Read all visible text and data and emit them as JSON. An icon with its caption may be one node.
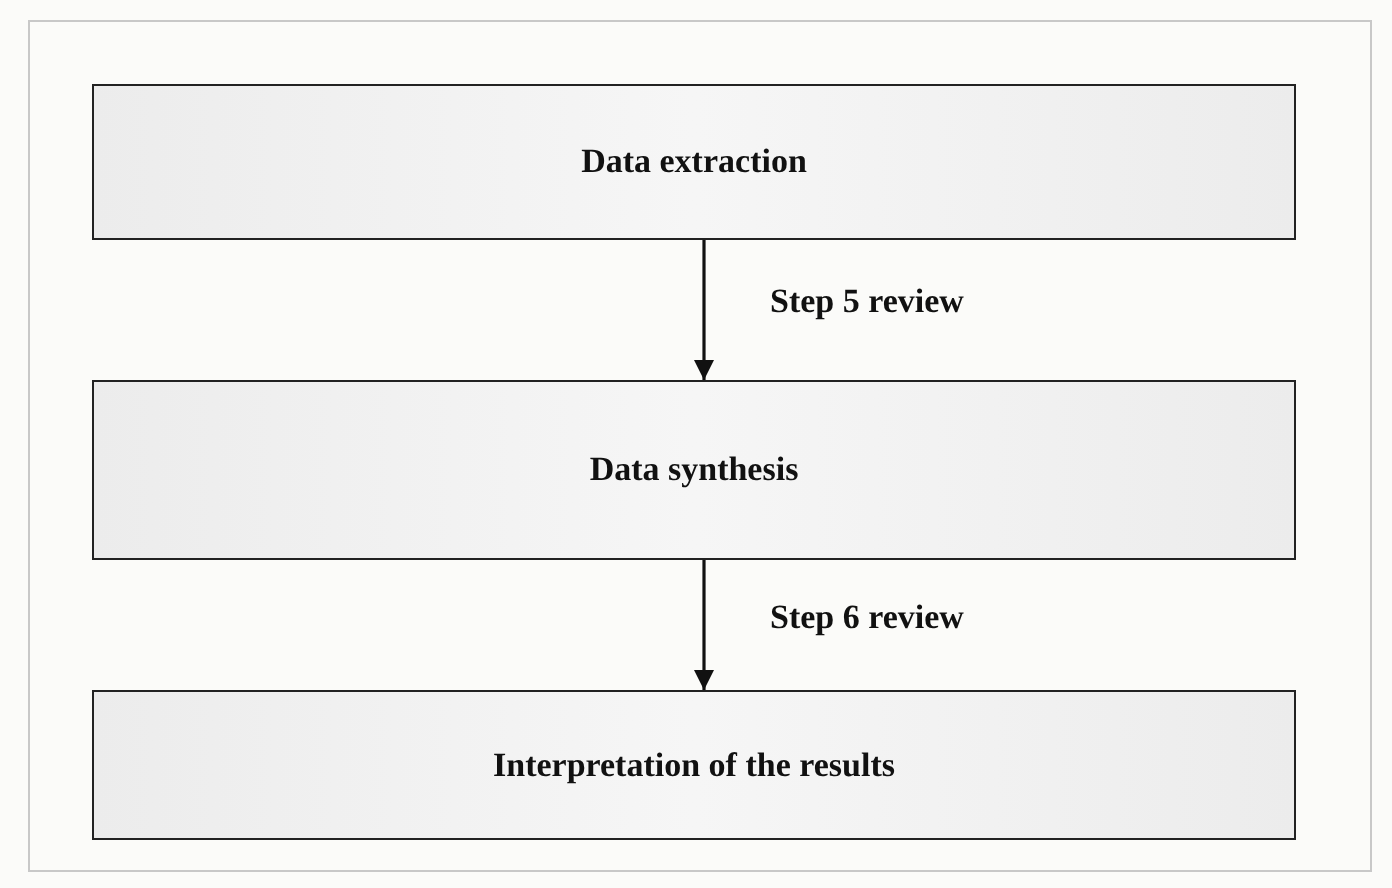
{
  "diagram": {
    "nodes": [
      {
        "text": [
          "Data extraction"
        ]
      },
      {
        "text": [
          "Data synthesis"
        ]
      },
      {
        "text": [
          "Interpretation of the results"
        ]
      }
    ],
    "edges": [
      {
        "from": 0,
        "to": 1,
        "arrow": "to",
        "label": "Step 5 review"
      },
      {
        "from": 1,
        "to": 2,
        "arrow": "to",
        "label": "Step 6 review"
      }
    ]
  }
}
